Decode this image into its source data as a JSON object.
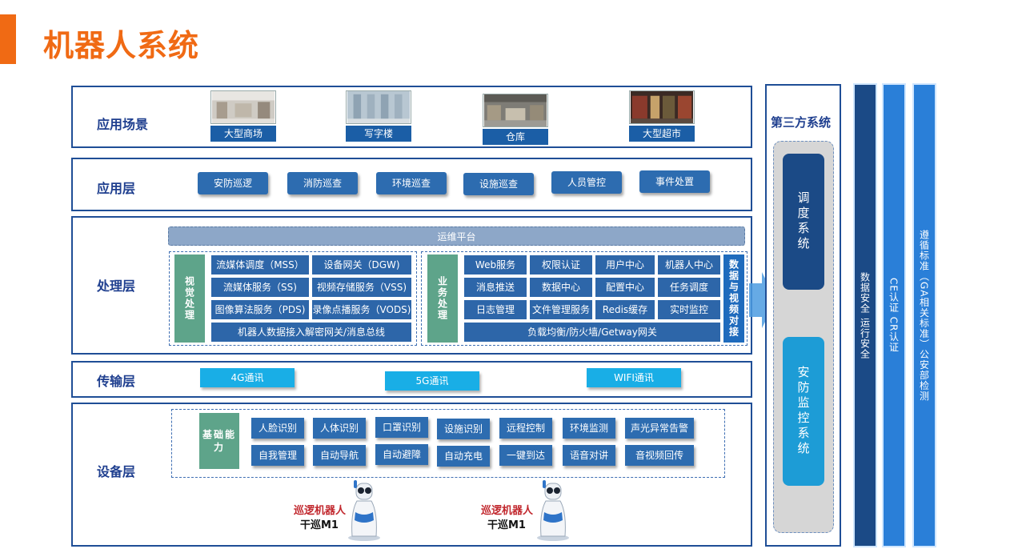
{
  "title": "机器人系统",
  "layers": {
    "scene": {
      "label": "应用场景",
      "items": [
        "大型商场",
        "写字楼",
        "仓库",
        "大型超市"
      ]
    },
    "app": {
      "label": "应用层",
      "items": [
        "安防巡逻",
        "消防巡查",
        "环境巡查",
        "设施巡查",
        "人员管控",
        "事件处置"
      ]
    },
    "process": {
      "label": "处理层",
      "ops": "运维平台",
      "vision_tag": "视觉处理",
      "vision_cells": [
        "流媒体调度（MSS）",
        "设备网关（DGW)",
        "流媒体服务（SS)",
        "视频存储服务（VSS)",
        "图像算法服务（PDS)",
        "录像点播服务（VODS)"
      ],
      "vision_bottom": "机器人数据接入解密网关/消息总线",
      "business_tag": "业务处理",
      "business_cells": [
        "Web服务",
        "权限认证",
        "用户中心",
        "机器人中心",
        "消息推送",
        "数据中心",
        "配置中心",
        "任务调度",
        "日志管理",
        "文件管理服务",
        "Redis缓存",
        "实时监控"
      ],
      "business_bottom": "负载均衡/防火墙/Getway网关",
      "data_dock": "数据与视频对接"
    },
    "transport": {
      "label": "传输层",
      "items": [
        "4G通讯",
        "5G通讯",
        "WIFI通讯"
      ]
    },
    "device": {
      "label": "设备层",
      "base_tag": "基础能力",
      "row1": [
        "人脸识别",
        "人体识别",
        "口罩识别",
        "设施识别",
        "远程控制",
        "环境监测",
        "声光异常告警"
      ],
      "row2": [
        "自我管理",
        "自动导航",
        "自动避障",
        "自动充电",
        "一键到达",
        "语音对讲",
        "音视频回传"
      ],
      "robots": [
        {
          "name": "巡逻机器人",
          "model": "干巡M1"
        },
        {
          "name": "巡逻机器人",
          "model": "干巡M1"
        }
      ]
    }
  },
  "third_party": {
    "title": "第三方系统",
    "items": [
      "调度系统",
      "安防监控系统"
    ]
  },
  "side_columns": [
    "数据安全 运行安全",
    "CE认证 CR认证",
    "遵循标准（GA相关标准）公安部检测"
  ],
  "colors": {
    "accent": "#f06a14",
    "navy": "#1f4e96",
    "blue": "#2d6cb0",
    "green": "#5ea48a",
    "cyan": "#19aee6"
  }
}
